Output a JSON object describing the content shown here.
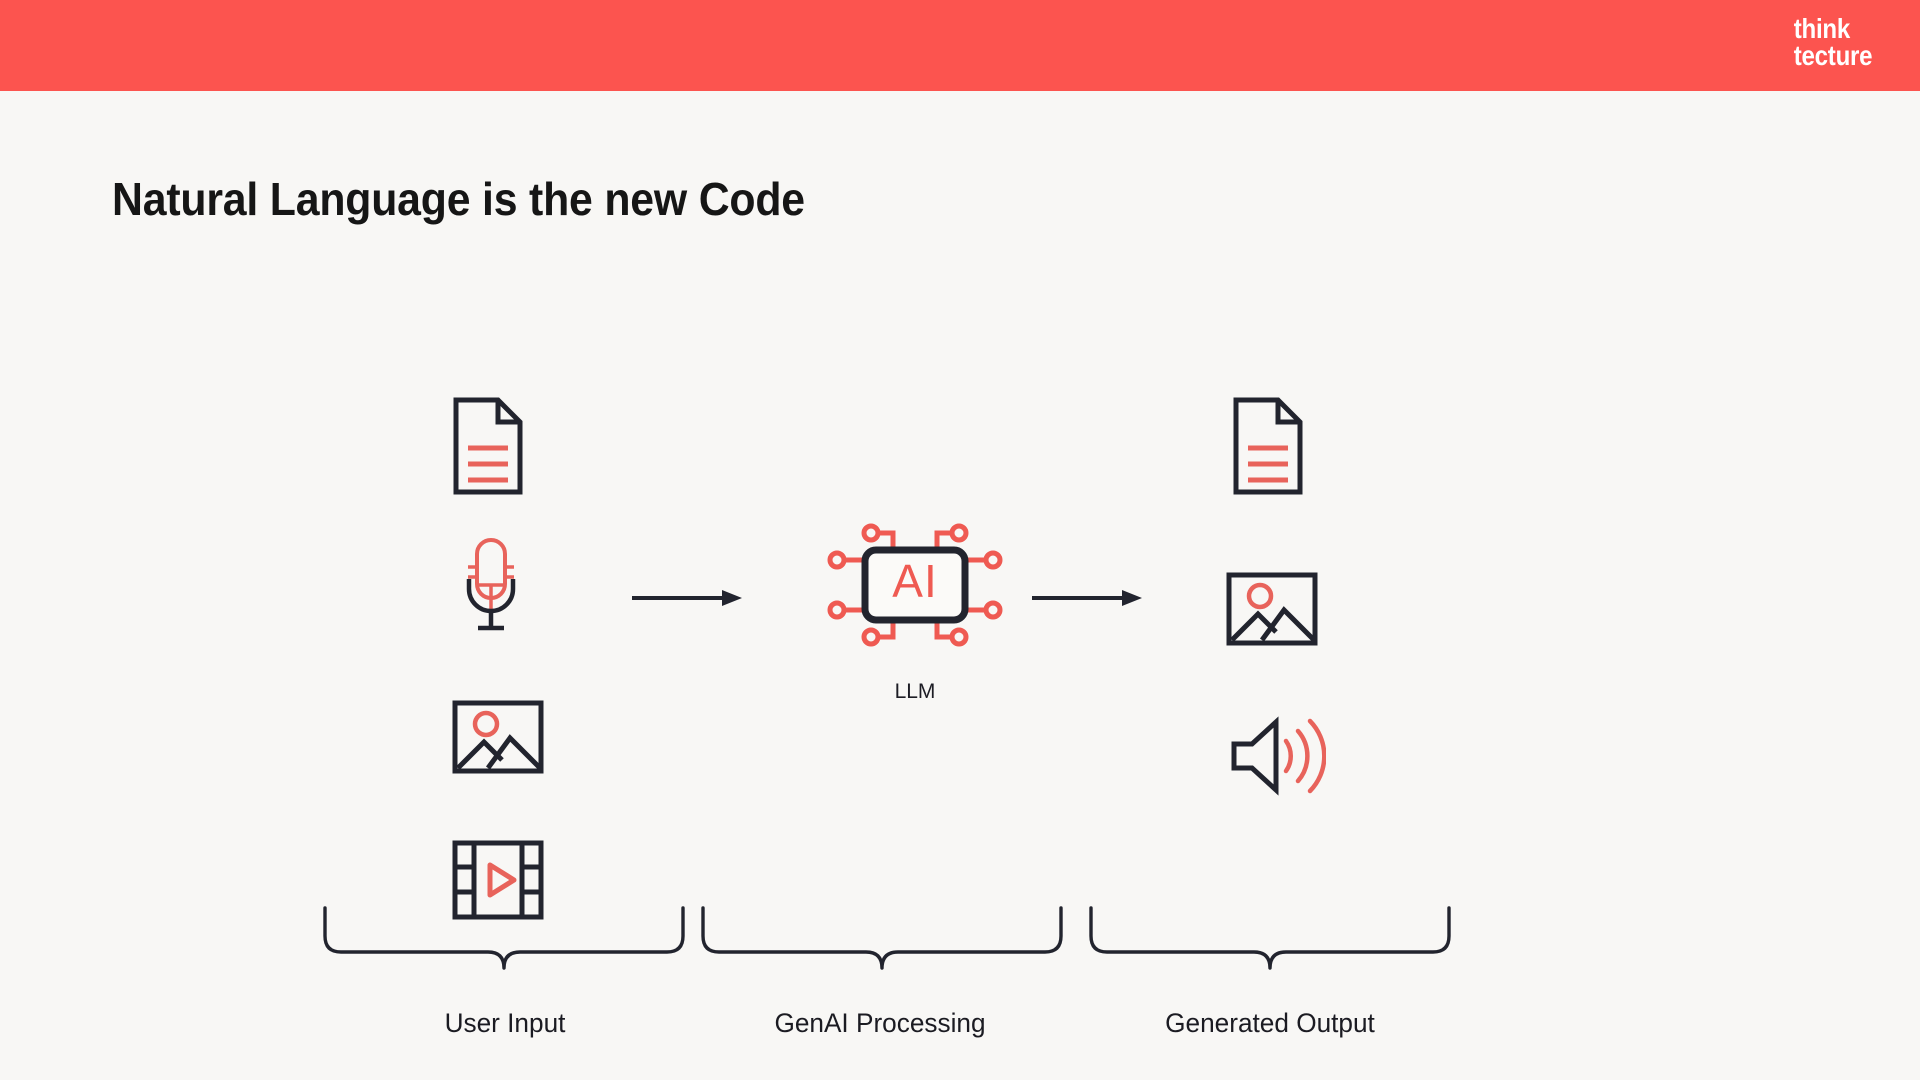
{
  "slide": {
    "title": "Natural Language is the new Code",
    "background_color": "#f8f7f5",
    "accent_color": "#fc544f",
    "ink_color": "#22242e"
  },
  "brand": {
    "logo_line1": "think",
    "logo_line2": "tecture",
    "banner_color": "#fc544f",
    "logo_text_color": "#ffffff"
  },
  "diagram": {
    "type": "flow",
    "center_node": {
      "icon": "ai-chip-icon",
      "chip_text": "AI",
      "label": "LLM"
    },
    "arrows": [
      {
        "name": "arrow-input-to-llm",
        "direction": "right"
      },
      {
        "name": "arrow-llm-to-output",
        "direction": "right"
      }
    ],
    "columns": [
      {
        "id": "user-input",
        "label": "User Input",
        "items": [
          {
            "icon": "document-icon",
            "name": "text-document"
          },
          {
            "icon": "microphone-icon",
            "name": "audio-speech"
          },
          {
            "icon": "image-icon",
            "name": "image-picture"
          },
          {
            "icon": "video-icon",
            "name": "video-film"
          }
        ]
      },
      {
        "id": "genai-processing",
        "label": "GenAI Processing",
        "items": [
          {
            "icon": "ai-chip-icon",
            "name": "llm-chip"
          }
        ]
      },
      {
        "id": "generated-output",
        "label": "Generated Output",
        "items": [
          {
            "icon": "document-icon",
            "name": "text-document"
          },
          {
            "icon": "image-icon",
            "name": "image-picture"
          },
          {
            "icon": "speaker-icon",
            "name": "audio-sound"
          }
        ]
      }
    ]
  }
}
